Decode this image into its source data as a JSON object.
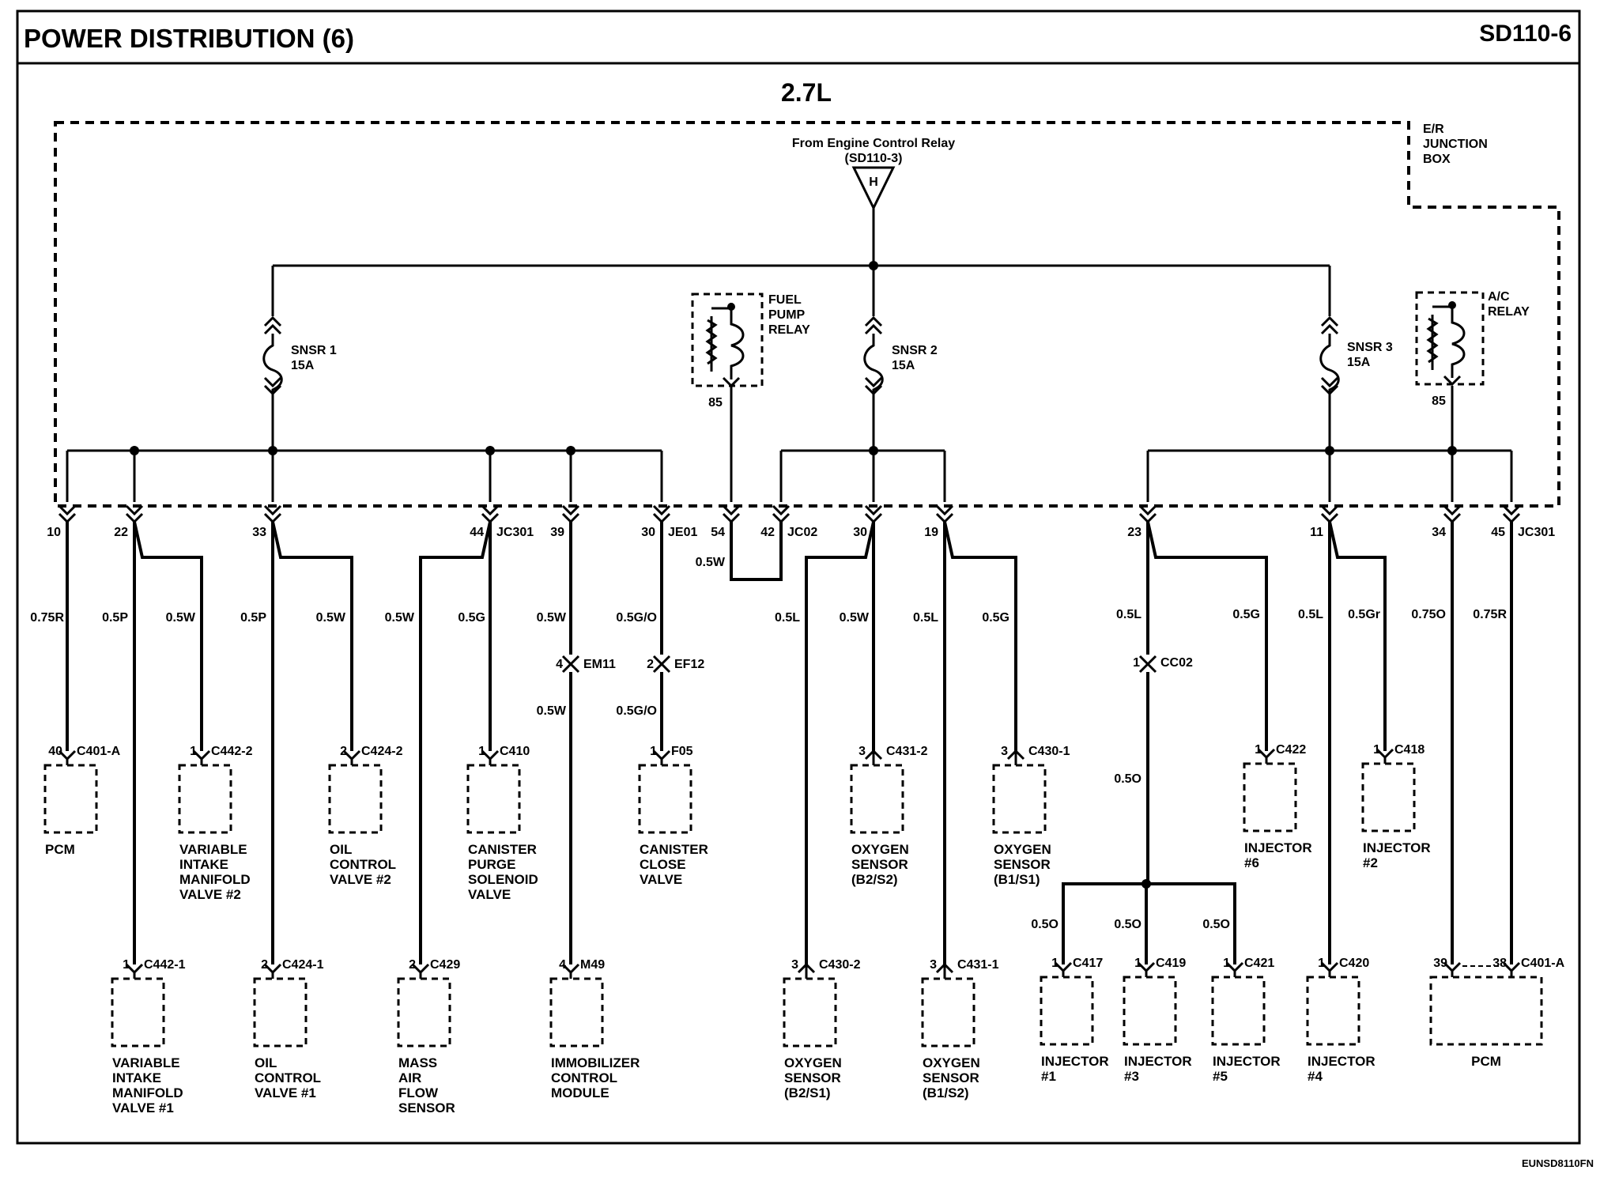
{
  "header": {
    "title": "POWER DISTRIBUTION (6)",
    "code": "SD110-6"
  },
  "subtitle": "2.7L",
  "source": {
    "line1": "From Engine Control Relay",
    "line2": "(SD110-3)",
    "connector": "H"
  },
  "junction_box": [
    "E/R",
    "JUNCTION",
    "BOX"
  ],
  "fuses": [
    {
      "name": "SNSR 1",
      "rating": "15A"
    },
    {
      "name": "SNSR 2",
      "rating": "15A"
    },
    {
      "name": "SNSR 3",
      "rating": "15A"
    }
  ],
  "relays": [
    {
      "lines": [
        "FUEL",
        "PUMP",
        "RELAY"
      ],
      "pin": "85"
    },
    {
      "lines": [
        "A/C",
        "RELAY"
      ],
      "pin": "85"
    }
  ],
  "top_pins": [
    {
      "pin": "10"
    },
    {
      "pin": "22"
    },
    {
      "pin": "33"
    },
    {
      "pin": "44",
      "conn": "JC301"
    },
    {
      "pin": "39"
    },
    {
      "pin": "30",
      "conn": "JE01"
    },
    {
      "pin": "54"
    },
    {
      "pin": "42",
      "conn": "JC02"
    },
    {
      "pin": "30"
    },
    {
      "pin": "19"
    },
    {
      "pin": "23"
    },
    {
      "pin": "11"
    },
    {
      "pin": "34"
    },
    {
      "pin": "45",
      "conn": "JC301"
    }
  ],
  "wires": [
    "0.75R",
    "0.5P",
    "0.5W",
    "0.5P",
    "0.5W",
    "0.5W",
    "0.5G",
    "0.5W",
    "0.5G/O",
    "0.5W",
    "0.5L",
    "0.5W",
    "0.5L",
    "0.5G",
    "0.5L",
    "0.5G",
    "0.5L",
    "0.5Gr",
    "0.75O",
    "0.75R",
    "0.5W",
    "0.5G/O",
    "0.5O",
    "0.5O",
    "0.5O",
    "0.5O"
  ],
  "inline_connectors": [
    {
      "pin": "4",
      "conn": "EM11"
    },
    {
      "pin": "2",
      "conn": "EF12"
    },
    {
      "pin": "1",
      "conn": "CC02"
    }
  ],
  "components_upper": [
    {
      "pin": "40",
      "conn": "C401-A",
      "lines": [
        "PCM"
      ]
    },
    {
      "pin": "1",
      "conn": "C442-2",
      "lines": [
        "VARIABLE",
        "INTAKE",
        "MANIFOLD",
        "VALVE #2"
      ]
    },
    {
      "pin": "2",
      "conn": "C424-2",
      "lines": [
        "OIL",
        "CONTROL",
        "VALVE #2"
      ]
    },
    {
      "pin": "1",
      "conn": "C410",
      "lines": [
        "CANISTER",
        "PURGE",
        "SOLENOID",
        "VALVE"
      ]
    },
    {
      "pin": "1",
      "conn": "F05",
      "lines": [
        "CANISTER",
        "CLOSE",
        "VALVE"
      ]
    },
    {
      "pin": "3",
      "conn": "C431-2",
      "lines": [
        "OXYGEN",
        "SENSOR",
        "(B2/S2)"
      ]
    },
    {
      "pin": "3",
      "conn": "C430-1",
      "lines": [
        "OXYGEN",
        "SENSOR",
        "(B1/S1)"
      ]
    },
    {
      "pin": "1",
      "conn": "C422",
      "lines": [
        "INJECTOR",
        "#6"
      ]
    },
    {
      "pin": "1",
      "conn": "C418",
      "lines": [
        "INJECTOR",
        "#2"
      ]
    }
  ],
  "components_lower": [
    {
      "pin": "1",
      "conn": "C442-1",
      "lines": [
        "VARIABLE",
        "INTAKE",
        "MANIFOLD",
        "VALVE #1"
      ]
    },
    {
      "pin": "2",
      "conn": "C424-1",
      "lines": [
        "OIL",
        "CONTROL",
        "VALVE #1"
      ]
    },
    {
      "pin": "2",
      "conn": "C429",
      "lines": [
        "MASS",
        "AIR",
        "FLOW",
        "SENSOR"
      ]
    },
    {
      "pin": "4",
      "conn": "M49",
      "lines": [
        "IMMOBILIZER",
        "CONTROL",
        "MODULE"
      ]
    },
    {
      "pin": "3",
      "conn": "C430-2",
      "lines": [
        "OXYGEN",
        "SENSOR",
        "(B2/S1)"
      ]
    },
    {
      "pin": "3",
      "conn": "C431-1",
      "lines": [
        "OXYGEN",
        "SENSOR",
        "(B1/S2)"
      ]
    },
    {
      "pin": "1",
      "conn": "C417",
      "lines": [
        "INJECTOR",
        "#1"
      ]
    },
    {
      "pin": "1",
      "conn": "C419",
      "lines": [
        "INJECTOR",
        "#3"
      ]
    },
    {
      "pin": "1",
      "conn": "C421",
      "lines": [
        "INJECTOR",
        "#5"
      ]
    },
    {
      "pin": "1",
      "conn": "C420",
      "lines": [
        "INJECTOR",
        "#4"
      ]
    },
    {
      "pin": "39",
      "pin2": "38",
      "conn": "C401-A",
      "lines": [
        "PCM"
      ]
    }
  ],
  "footer_code": "EUNSD8110FN"
}
